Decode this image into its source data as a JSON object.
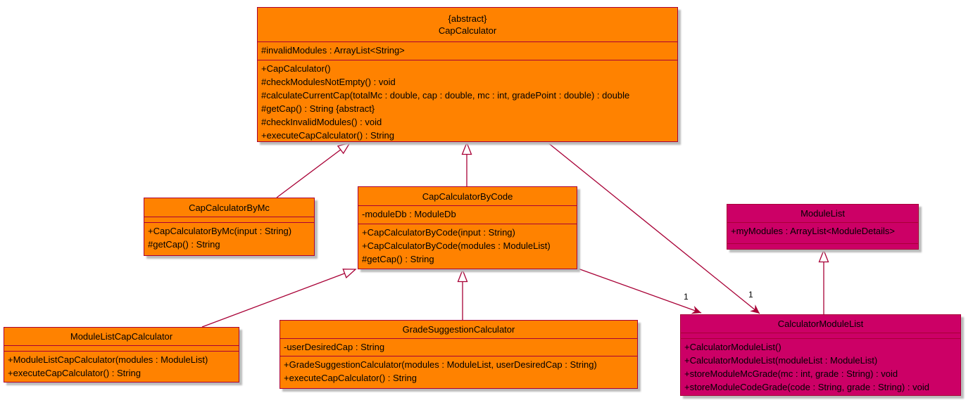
{
  "diagram": {
    "kind": "uml-class-diagram",
    "colors": {
      "class_fill_orange": "#FF8200",
      "class_fill_magenta": "#CC0066",
      "line_and_border": "#A80036",
      "text": "#000000"
    }
  },
  "classes": {
    "cap_calculator": {
      "stereotype": "{abstract}",
      "name": "CapCalculator",
      "attributes": [
        "#invalidModules : ArrayList<String>"
      ],
      "methods": [
        "+CapCalculator()",
        "#checkModulesNotEmpty() : void",
        "#calculateCurrentCap(totalMc : double, cap : double, mc : int, gradePoint : double) : double",
        "#getCap() : String {abstract}",
        "#checkInvalidModules() : void",
        "+executeCapCalculator() : String"
      ]
    },
    "cap_calculator_by_mc": {
      "name": "CapCalculatorByMc",
      "attributes": [],
      "methods": [
        "+CapCalculatorByMc(input : String)",
        "#getCap() : String"
      ]
    },
    "cap_calculator_by_code": {
      "name": "CapCalculatorByCode",
      "attributes": [
        "-moduleDb : ModuleDb"
      ],
      "methods": [
        "+CapCalculatorByCode(input : String)",
        "+CapCalculatorByCode(modules : ModuleList)",
        "#getCap() : String"
      ]
    },
    "module_list": {
      "name": "ModuleList",
      "attributes": [
        "+myModules : ArrayList<ModuleDetails>"
      ],
      "methods": []
    },
    "module_list_cap_calculator": {
      "name": "ModuleListCapCalculator",
      "attributes": [],
      "methods": [
        "+ModuleListCapCalculator(modules : ModuleList)",
        "+executeCapCalculator() : String"
      ]
    },
    "grade_suggestion_calculator": {
      "name": "GradeSuggestionCalculator",
      "attributes": [
        "-userDesiredCap : String"
      ],
      "methods": [
        "+GradeSuggestionCalculator(modules : ModuleList, userDesiredCap : String)",
        "+executeCapCalculator() : String"
      ]
    },
    "calculator_module_list": {
      "name": "CalculatorModuleList",
      "attributes": [],
      "methods": [
        "+CalculatorModuleList()",
        "+CalculatorModuleList(moduleList : ModuleList)",
        "+storeModuleMcGrade(mc : int, grade : String) : void",
        "+storeModuleCodeGrade(code : String, grade : String) : void"
      ]
    }
  },
  "relationships": [
    {
      "type": "generalization",
      "from": "CapCalculatorByMc",
      "to": "CapCalculator"
    },
    {
      "type": "generalization",
      "from": "CapCalculatorByCode",
      "to": "CapCalculator"
    },
    {
      "type": "generalization",
      "from": "ModuleListCapCalculator",
      "to": "CapCalculatorByCode"
    },
    {
      "type": "generalization",
      "from": "GradeSuggestionCalculator",
      "to": "CapCalculatorByCode"
    },
    {
      "type": "generalization",
      "from": "CalculatorModuleList",
      "to": "ModuleList"
    },
    {
      "type": "association",
      "from": "CapCalculator",
      "to": "CalculatorModuleList",
      "multiplicity": "1"
    },
    {
      "type": "association",
      "from": "CapCalculatorByCode",
      "to": "CalculatorModuleList",
      "multiplicity": "1"
    }
  ]
}
